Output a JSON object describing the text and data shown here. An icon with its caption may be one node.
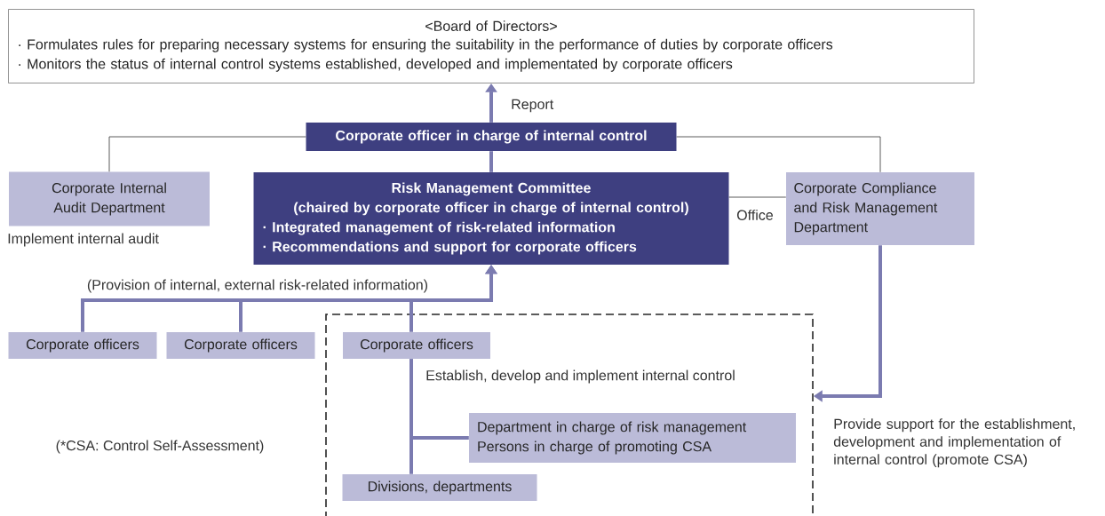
{
  "diagram": {
    "nodes": [
      {
        "text": [
          "<Board of Directors>",
          "· Formulates rules for preparing necessary systems for ensuring the suitability in the performance of duties by corporate officers",
          "· Monitors the status of internal control systems established, developed and implementated by corporate officers"
        ]
      },
      {
        "text": [
          "Corporate officer in charge of internal control"
        ]
      },
      {
        "text": [
          "Corporate Internal Audit Department"
        ],
        "beside": [
          "Implement internal audit"
        ]
      },
      {
        "text": [
          "Risk Management Committee",
          "(chaired by corporate officer in charge of internal control)",
          "· Integrated management of risk-related information",
          "· Recommendations and support for corporate officers"
        ]
      },
      {
        "text": [
          "Corporate Compliance and Risk Management Department"
        ]
      },
      {
        "text": [],
        "shape": "box"
      },
      {
        "text": [
          "Corporate officers"
        ]
      },
      {
        "text": [
          "Corporate officers"
        ]
      },
      {
        "text": [
          "Corporate officers"
        ],
        "in": 5
      },
      {
        "text": [
          "Department in charge of risk management",
          "Persons in charge of promoting CSA"
        ],
        "in": 5
      },
      {
        "text": [
          "Divisions, departments"
        ],
        "in": 5
      }
    ],
    "edges": [
      {
        "from": 1,
        "to": 0,
        "arrow": "to",
        "label": "Report"
      },
      {
        "from": 3,
        "to": 1,
        "arrow": "none"
      },
      {
        "from": 1,
        "to": 2,
        "arrow": "none",
        "color": "#333333"
      },
      {
        "from": 1,
        "to": 4,
        "arrow": "none",
        "color": "#333333"
      },
      {
        "from": 3,
        "to": 4,
        "arrow": "none",
        "color": "#333333",
        "label": "Office"
      },
      {
        "from": 6,
        "to": 3,
        "arrow": "to",
        "label": "(Provision of internal, external risk-related information)"
      },
      {
        "from": 7,
        "to": 3,
        "arrow": "to"
      },
      {
        "from": 8,
        "to": 3,
        "arrow": "to"
      },
      {
        "from": 8,
        "to": 10,
        "arrow": "none",
        "label": "Establish, develop and implement internal control"
      },
      {
        "from": 8,
        "to": 9,
        "arrow": "none"
      },
      {
        "from": 4,
        "to": 5,
        "arrow": "to",
        "label": "Provide support for the establishment, development and implementation of internal control (promote CSA)"
      }
    ],
    "labels": [
      "(*CSA: Control Self-Assessment)"
    ]
  }
}
